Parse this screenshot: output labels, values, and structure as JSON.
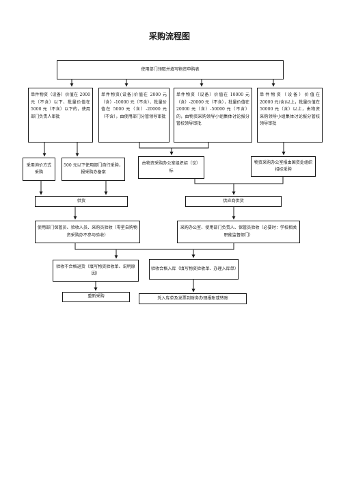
{
  "title": "采购流程图",
  "nodes": {
    "start": "使用部门领取并填写物资申购表",
    "tier1": "单件物资（设备）价值在 2000 元（不含）以下、批量价值在 5000 元（不含）以下的，使用部门负责人审批",
    "tier2": "单件物资(设备)价值在 2000 元（含）-10000 元（不含）、批量价值在 5000 元（含）-20000 元（不含），由使用部门分管领导审批",
    "tier3": "单件物资（设备）价值在 10000 元（含）-20000 元（不含），批量价值在 20000 元（含）-50000 元（不含）的，由物资采购领导小组集体讨论报分管校领导审批",
    "tier4": "单件物资（设备）价值在 20000 元(含)以上，批量价值在 50000 元（含）以上，由物资采购领导小组集体讨论报分管校领导审批",
    "inquiry": "采用询价方式采购",
    "small_purchase": "500 元以下使用部门自行采购，报采购办备案",
    "bid_office": "由物资采购办公室组织招（议）标",
    "bid_national": "物资采购办公室报由国资处组织招标采购",
    "supply": "供货",
    "supplier_supply": "供应商供货",
    "accept_left": "使用部门保管员、验收人员、采购员验收（零星自购物资采购办不参与验收）",
    "accept_right": "采购办公室、使用部门负责人、保管员验收（必要时：学校相关职能监督部门）",
    "reject": "验收不合格退货（填写物资验收单、说明原因）",
    "pass": "验收合格入库（填写物资验收单、办理入库单）",
    "repurchase": "重新采购",
    "finance": "凭入库单及发票到财务办理报账或转账"
  },
  "edges": [
    [
      "start",
      "tier1"
    ],
    [
      "start",
      "tier2"
    ],
    [
      "start",
      "tier3"
    ],
    [
      "start",
      "tier4"
    ],
    [
      "tier1",
      "inquiry"
    ],
    [
      "tier1",
      "small_purchase"
    ],
    [
      "tier2",
      "bid_office"
    ],
    [
      "tier3",
      "bid_office"
    ],
    [
      "tier4",
      "bid_national"
    ],
    [
      "inquiry",
      "supply"
    ],
    [
      "small_purchase",
      "supply"
    ],
    [
      "bid_office",
      "supplier_supply"
    ],
    [
      "bid_national",
      "supplier_supply"
    ],
    [
      "supply",
      "accept_left"
    ],
    [
      "supplier_supply",
      "accept_right"
    ],
    [
      "accept_left",
      "reject"
    ],
    [
      "accept_right",
      "reject"
    ],
    [
      "accept_left",
      "pass"
    ],
    [
      "accept_right",
      "pass"
    ],
    [
      "reject",
      "repurchase"
    ],
    [
      "pass",
      "finance"
    ]
  ]
}
